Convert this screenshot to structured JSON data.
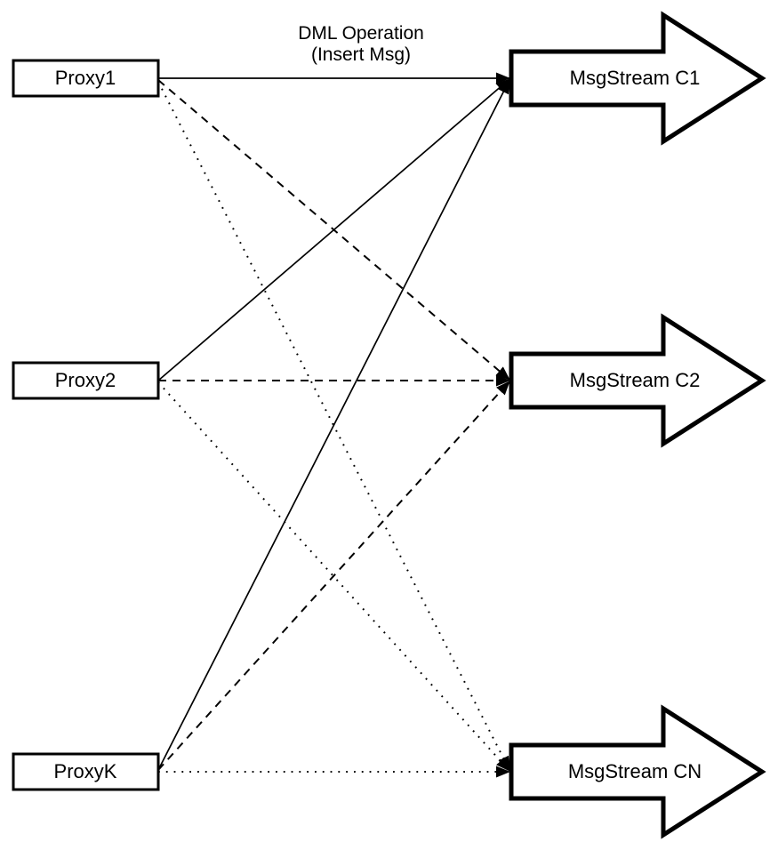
{
  "diagram": {
    "annotation": {
      "line1": "DML Operation",
      "line2": "(Insert Msg)"
    },
    "proxies": [
      {
        "id": "proxy1",
        "label": "Proxy1"
      },
      {
        "id": "proxy2",
        "label": "Proxy2"
      },
      {
        "id": "proxyk",
        "label": "ProxyK"
      }
    ],
    "streams": [
      {
        "id": "c1",
        "label": "MsgStream C1"
      },
      {
        "id": "c2",
        "label": "MsgStream C2"
      },
      {
        "id": "cn",
        "label": "MsgStream CN"
      }
    ],
    "connections": [
      {
        "from": "Proxy1",
        "to": "MsgStream C1",
        "style": "solid"
      },
      {
        "from": "Proxy2",
        "to": "MsgStream C1",
        "style": "solid"
      },
      {
        "from": "ProxyK",
        "to": "MsgStream C1",
        "style": "solid"
      },
      {
        "from": "Proxy1",
        "to": "MsgStream C2",
        "style": "dashed"
      },
      {
        "from": "Proxy2",
        "to": "MsgStream C2",
        "style": "dashed"
      },
      {
        "from": "ProxyK",
        "to": "MsgStream C2",
        "style": "dashed"
      },
      {
        "from": "Proxy1",
        "to": "MsgStream CN",
        "style": "dotted"
      },
      {
        "from": "Proxy2",
        "to": "MsgStream CN",
        "style": "dotted"
      },
      {
        "from": "ProxyK",
        "to": "MsgStream CN",
        "style": "dotted"
      }
    ],
    "colors": {
      "stroke": "#000000",
      "fill": "#ffffff",
      "background": "#ffffff"
    }
  }
}
